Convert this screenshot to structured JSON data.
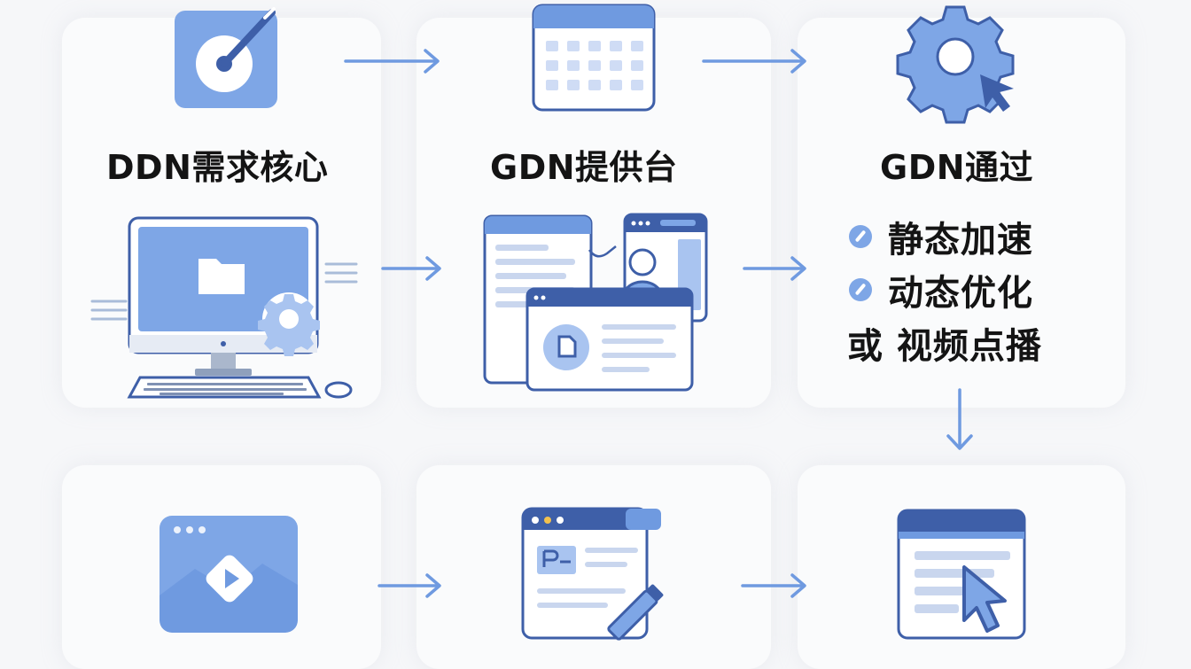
{
  "steps": {
    "step1": {
      "title": "DDN需求核心"
    },
    "step2": {
      "title": "GDN提供台"
    },
    "step3": {
      "title": "GDN通过",
      "bullets": [
        "静态加速",
        "动态优化"
      ],
      "extra": "或 视频点播"
    }
  },
  "colors": {
    "accent": "#6f9ae0",
    "accent_light": "#a9c4f0",
    "dark_blue": "#3e5fa8",
    "panel": "#e8eefb",
    "text": "#141414"
  },
  "icons": [
    "target-pen-icon",
    "calendar-icon",
    "gear-cursor-icon",
    "desktop-computer-icon",
    "browser-windows-person-icon",
    "video-player-icon",
    "document-edit-icon",
    "browser-cursor-icon",
    "arrow-right-icon",
    "arrow-down-icon"
  ]
}
